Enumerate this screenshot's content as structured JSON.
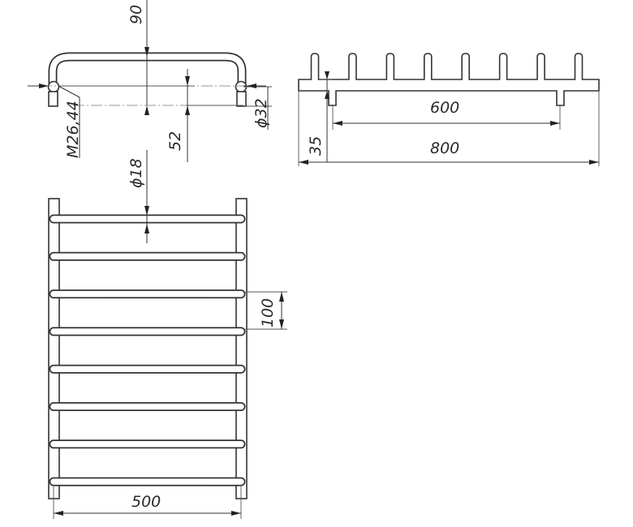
{
  "diagram": {
    "dimensions": {
      "top_height": "90",
      "thread": "M26,44",
      "connection_offset": "52",
      "pipe_diameter": "ϕ32",
      "bar_diameter": "ϕ18",
      "bar_spacing": "100",
      "width": "500",
      "center_distance": "600",
      "length": "800",
      "mount_height": "35"
    },
    "front_view": {
      "rung_count": 8
    },
    "side_view": {
      "peg_count": 8
    }
  }
}
